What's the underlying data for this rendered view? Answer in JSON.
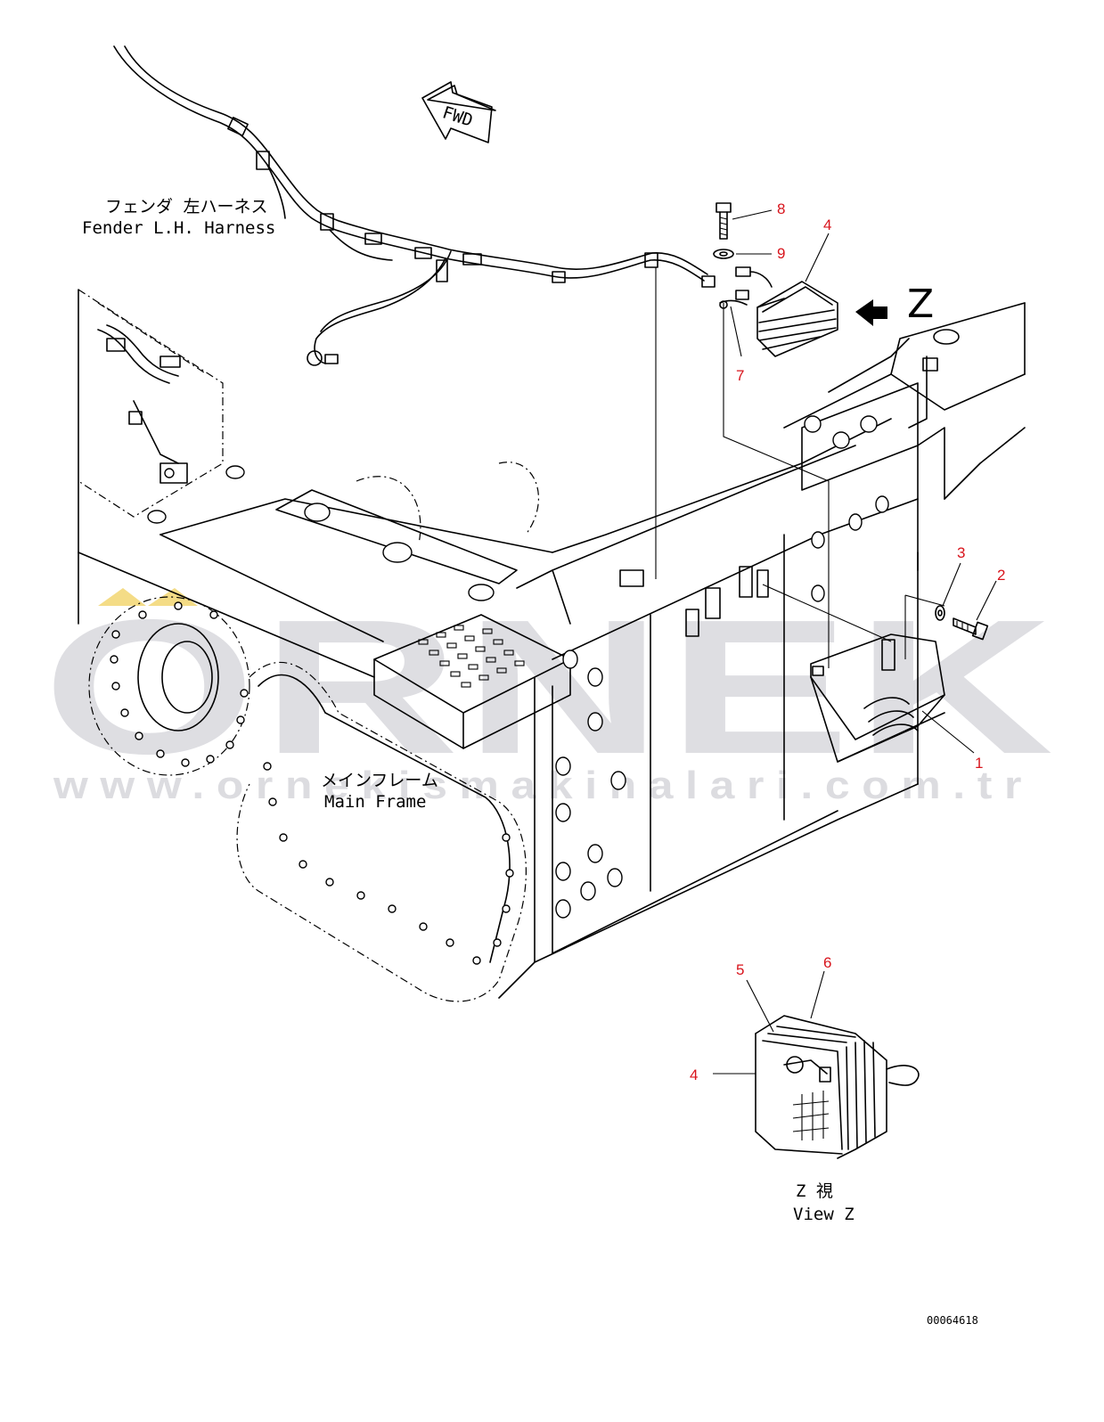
{
  "labels": {
    "fwd": "FWD",
    "fender_jp": "フェンダ 左ハーネス",
    "fender_en": "Fender L.H. Harness",
    "main_frame_jp": "メインフレーム",
    "main_frame_en": "Main Frame",
    "view_z_jp": "Z  視",
    "view_z_en": "View Z",
    "view_marker": "Z",
    "drawing_number": "00064618"
  },
  "callouts": [
    "1",
    "2",
    "3",
    "4",
    "4",
    "5",
    "6",
    "7",
    "8",
    "9"
  ],
  "watermark": {
    "brand": "ORNEK",
    "url": "www.ornekismakinalari.com.tr"
  },
  "colors": {
    "callout": "#d8141c",
    "line": "#000000",
    "watermark": "#d9d9de",
    "watermark_accent": "#f4dc86"
  }
}
